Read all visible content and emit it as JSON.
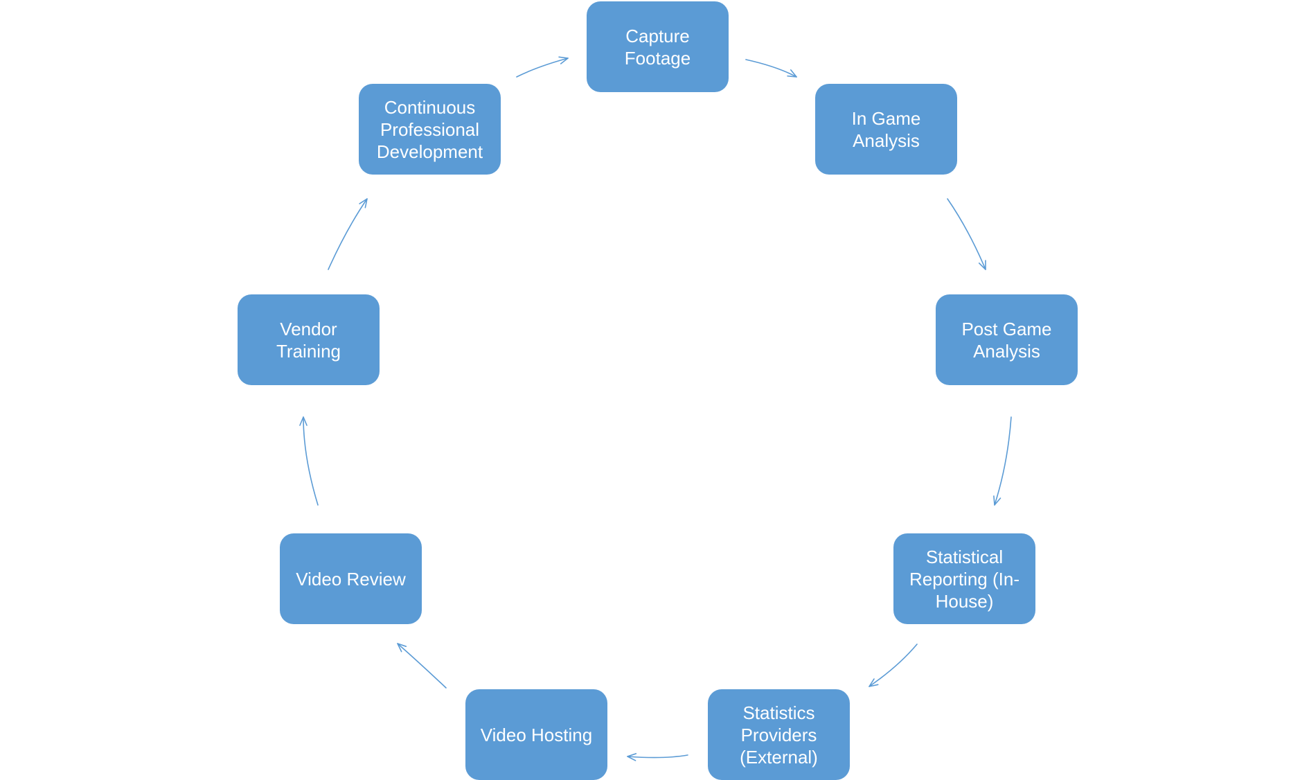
{
  "diagram": {
    "type": "cycle",
    "colors": {
      "node_fill": "#5b9bd5",
      "node_text": "#ffffff",
      "arrow": "#5b9bd5",
      "background": "#ffffff"
    },
    "nodes": [
      {
        "id": "capture-footage",
        "label": "Capture\nFootage"
      },
      {
        "id": "in-game-analysis",
        "label": "In Game\nAnalysis"
      },
      {
        "id": "post-game-analysis",
        "label": "Post Game\nAnalysis"
      },
      {
        "id": "statistical-reporting",
        "label": "Statistical\nReporting (In-\nHouse)"
      },
      {
        "id": "statistics-providers",
        "label": "Statistics\nProviders\n(External)"
      },
      {
        "id": "video-hosting",
        "label": "Video Hosting"
      },
      {
        "id": "video-review",
        "label": "Video Review"
      },
      {
        "id": "vendor-training",
        "label": "Vendor\nTraining"
      },
      {
        "id": "continuous-professional-development",
        "label": "Continuous\nProfessional\nDevelopment"
      }
    ],
    "edges": [
      {
        "from": "capture-footage",
        "to": "in-game-analysis"
      },
      {
        "from": "in-game-analysis",
        "to": "post-game-analysis"
      },
      {
        "from": "post-game-analysis",
        "to": "statistical-reporting"
      },
      {
        "from": "statistical-reporting",
        "to": "statistics-providers"
      },
      {
        "from": "statistics-providers",
        "to": "video-hosting"
      },
      {
        "from": "video-hosting",
        "to": "video-review"
      },
      {
        "from": "video-review",
        "to": "vendor-training"
      },
      {
        "from": "vendor-training",
        "to": "continuous-professional-development"
      },
      {
        "from": "continuous-professional-development",
        "to": "capture-footage"
      }
    ]
  }
}
